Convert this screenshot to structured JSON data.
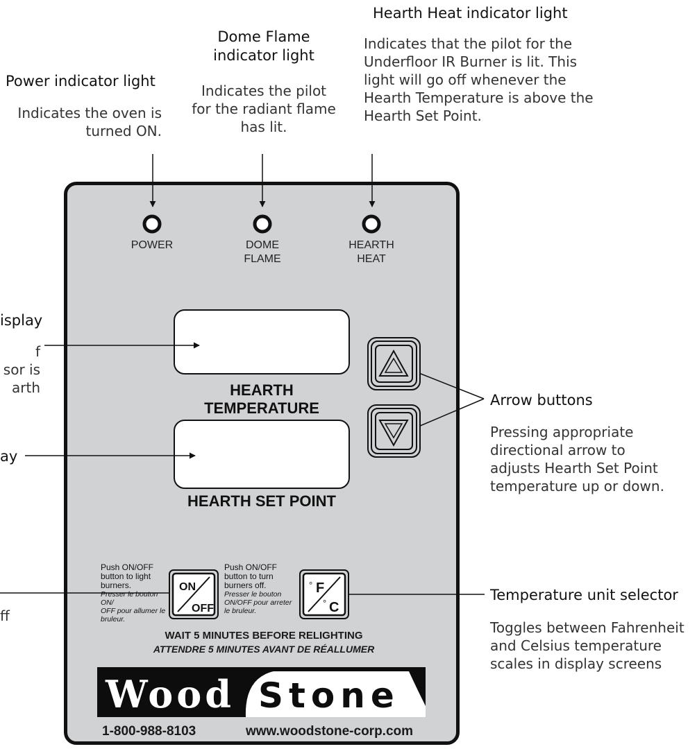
{
  "callouts": {
    "hearth_heat": {
      "title": "Hearth Heat indicator light",
      "desc_lines": [
        "Indicates that the pilot for the",
        "Underfloor IR Burner is lit. This",
        "light will go off whenever the",
        "Hearth Temperature is above the",
        "Hearth Set Point."
      ]
    },
    "dome_flame": {
      "title_lines": [
        "Dome Flame",
        "indicator light"
      ],
      "desc_lines": [
        "Indicates the pilot",
        "for the radiant flame",
        "has lit."
      ]
    },
    "power": {
      "title": "Power indicator light",
      "desc_lines": [
        "Indicates the oven is",
        "turned ON."
      ]
    },
    "left_partial": {
      "line1": "isplay",
      "line2": "f",
      "line3": "sor is",
      "line4": "arth",
      "line5": "ay",
      "line6": "ff"
    },
    "arrow_buttons": {
      "title": "Arrow buttons",
      "desc_lines": [
        "Pressing appropriate",
        "directional arrow to",
        "adjusts Hearth Set Point",
        "temperature up or down."
      ]
    },
    "unit_selector": {
      "title": "Temperature unit selector",
      "desc_lines": [
        "Toggles between Fahrenheit",
        "and Celsius temperature",
        "scales in display screens"
      ]
    }
  },
  "panel": {
    "leds": [
      {
        "label_lines": [
          "POWER"
        ]
      },
      {
        "label_lines": [
          "DOME",
          "FLAME"
        ]
      },
      {
        "label_lines": [
          "HEARTH",
          "HEAT"
        ]
      }
    ],
    "display_hearth_temp_label": [
      "HEARTH",
      "TEMPERATURE"
    ],
    "display_set_point_label": "HEARTH SET POINT",
    "onoff_instr_left": {
      "en": [
        "Push ON/OFF",
        "button to light",
        "burners."
      ],
      "fr": [
        "Presser le bouton ON/",
        "OFF pour allumer le",
        "bruleur."
      ]
    },
    "onoff_instr_right": {
      "en": [
        "Push ON/OFF",
        "button to turn",
        "burners off."
      ],
      "fr": [
        "Presser le bouton",
        "ON/OFF pour arreter",
        "le bruleur."
      ]
    },
    "onoff_button": {
      "top": "ON",
      "bottom": "OFF"
    },
    "unit_button": {
      "top": "F",
      "bottom": "C",
      "degree": "°"
    },
    "wait_en": "WAIT 5 MINUTES BEFORE RELIGHTING",
    "wait_fr": "ATTENDRE 5 MINUTES AVANT DE RÉALLUMER",
    "brand_left": "Wood",
    "brand_right": "Stone",
    "phone": "1-800-988-8103",
    "website": "www.woodstone-corp.com"
  },
  "colors": {
    "panel": "#d1d2d4",
    "outline": "#111111",
    "brand_dark": "#0d0d0d"
  }
}
